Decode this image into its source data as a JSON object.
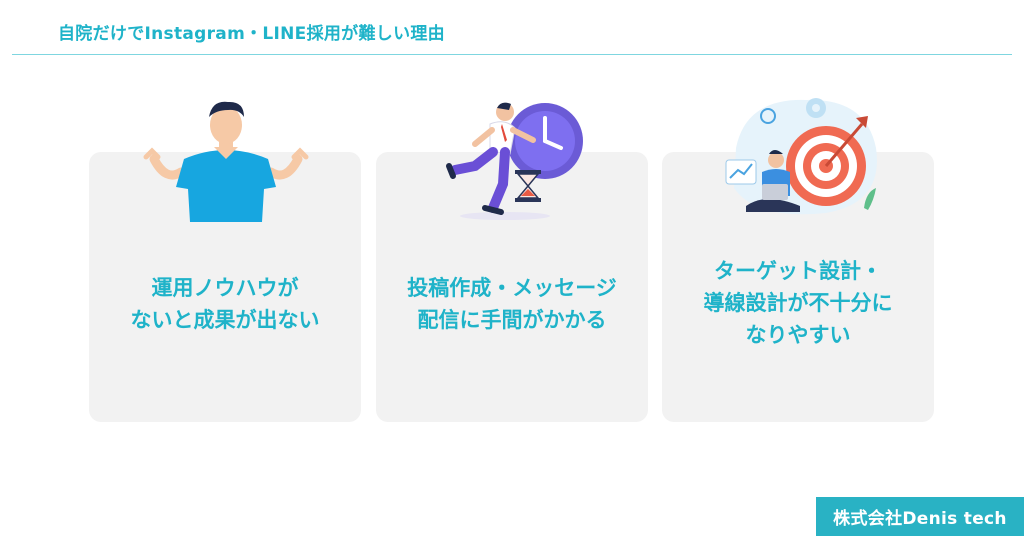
{
  "header": {
    "title": "自院だけでInstagram・LINE採用が難しい理由"
  },
  "cards": [
    {
      "text": "運用ノウハウが\nないと成果が出ない",
      "illustration": "shrugging-man-icon"
    },
    {
      "text": "投稿作成・メッセージ\n配信に手間がかかる",
      "illustration": "running-man-clock-hourglass-icon"
    },
    {
      "text": "ターゲット設計・\n導線設計が不十分に\nなりやすい",
      "illustration": "target-arrow-laptop-icon"
    }
  ],
  "footer": {
    "company": "株式会社Denis tech"
  },
  "colors": {
    "accent": "#1fb3c9",
    "card_bg": "#f2f2f2",
    "badge_bg": "#29b2c4"
  }
}
